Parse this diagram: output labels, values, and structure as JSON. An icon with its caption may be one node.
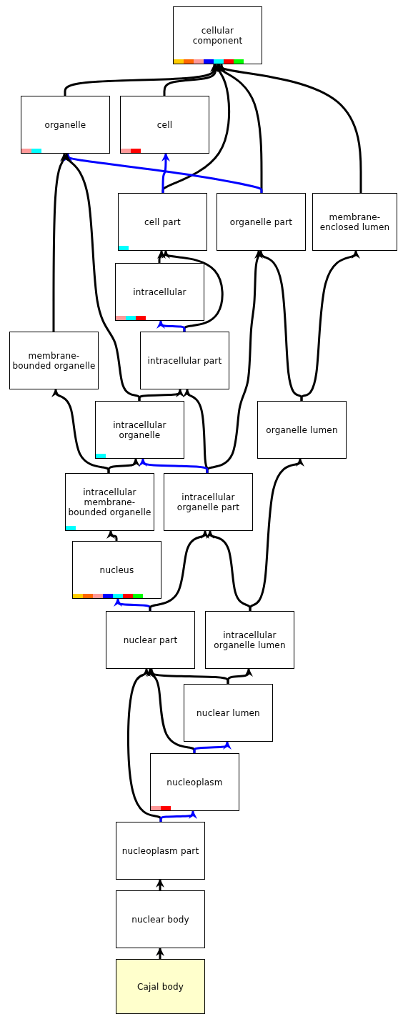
{
  "diagram": {
    "nodes": [
      {
        "text": [
          "cellular component"
        ]
      },
      {
        "text": [
          "organelle"
        ]
      },
      {
        "text": [
          "cell"
        ]
      },
      {
        "text": [
          "cell part"
        ]
      },
      {
        "text": [
          "organelle part"
        ]
      },
      {
        "text": [
          "membrane-enclosed lumen"
        ]
      },
      {
        "text": [
          "intracellular"
        ]
      },
      {
        "text": [
          "membrane-bounded organelle"
        ]
      },
      {
        "text": [
          "intracellular part"
        ]
      },
      {
        "text": [
          "intracellular organelle"
        ]
      },
      {
        "text": [
          "organelle lumen"
        ]
      },
      {
        "text": [
          "intracellular membrane-bounded organelle"
        ]
      },
      {
        "text": [
          "intracellular organelle part"
        ]
      },
      {
        "text": [
          "nucleus"
        ]
      },
      {
        "text": [
          "nuclear part"
        ]
      },
      {
        "text": [
          "intracellular organelle lumen"
        ]
      },
      {
        "text": [
          "nuclear lumen"
        ]
      },
      {
        "text": [
          "nucleoplasm"
        ]
      },
      {
        "text": [
          "nucleoplasm part"
        ]
      },
      {
        "text": [
          "nuclear body"
        ]
      },
      {
        "text": [
          "Cajal body"
        ]
      }
    ],
    "edges": [
      {
        "from": 1,
        "to": 0,
        "arrow": "to"
      },
      {
        "from": 2,
        "to": 0,
        "arrow": "to"
      },
      {
        "from": 3,
        "to": 0,
        "arrow": "to"
      },
      {
        "from": 4,
        "to": 0,
        "arrow": "to"
      },
      {
        "from": 5,
        "to": 0,
        "arrow": "to"
      },
      {
        "from": 3,
        "to": 2,
        "arrow": "to",
        "color": "#0000ff"
      },
      {
        "from": 4,
        "to": 1,
        "arrow": "to",
        "color": "#0000ff"
      },
      {
        "from": 7,
        "to": 1,
        "arrow": "to"
      },
      {
        "from": 9,
        "to": 1,
        "arrow": "to"
      },
      {
        "from": 6,
        "to": 3,
        "arrow": "to"
      },
      {
        "from": 8,
        "to": 3,
        "arrow": "to"
      },
      {
        "from": 8,
        "to": 6,
        "arrow": "to",
        "color": "#0000ff"
      },
      {
        "from": 12,
        "to": 4,
        "arrow": "to"
      },
      {
        "from": 12,
        "to": 8,
        "arrow": "to"
      },
      {
        "from": 12,
        "to": 9,
        "arrow": "to",
        "color": "#0000ff"
      },
      {
        "from": 10,
        "to": 4,
        "arrow": "to"
      },
      {
        "from": 10,
        "to": 5,
        "arrow": "to"
      },
      {
        "from": 9,
        "to": 8,
        "arrow": "to"
      },
      {
        "from": 11,
        "to": 7,
        "arrow": "to"
      },
      {
        "from": 11,
        "to": 9,
        "arrow": "to"
      },
      {
        "from": 13,
        "to": 11,
        "arrow": "to"
      },
      {
        "from": 14,
        "to": 13,
        "arrow": "to",
        "color": "#0000ff"
      },
      {
        "from": 14,
        "to": 12,
        "arrow": "to"
      },
      {
        "from": 15,
        "to": 12,
        "arrow": "to"
      },
      {
        "from": 15,
        "to": 10,
        "arrow": "to"
      },
      {
        "from": 16,
        "to": 14,
        "arrow": "to"
      },
      {
        "from": 16,
        "to": 15,
        "arrow": "to"
      },
      {
        "from": 17,
        "to": 14,
        "arrow": "to"
      },
      {
        "from": 17,
        "to": 16,
        "arrow": "to",
        "color": "#0000ff"
      },
      {
        "from": 18,
        "to": 14,
        "arrow": "to"
      },
      {
        "from": 18,
        "to": 17,
        "arrow": "to",
        "color": "#0000ff"
      },
      {
        "from": 19,
        "to": 18,
        "arrow": "to"
      },
      {
        "from": 20,
        "to": 19,
        "arrow": "to"
      }
    ]
  }
}
